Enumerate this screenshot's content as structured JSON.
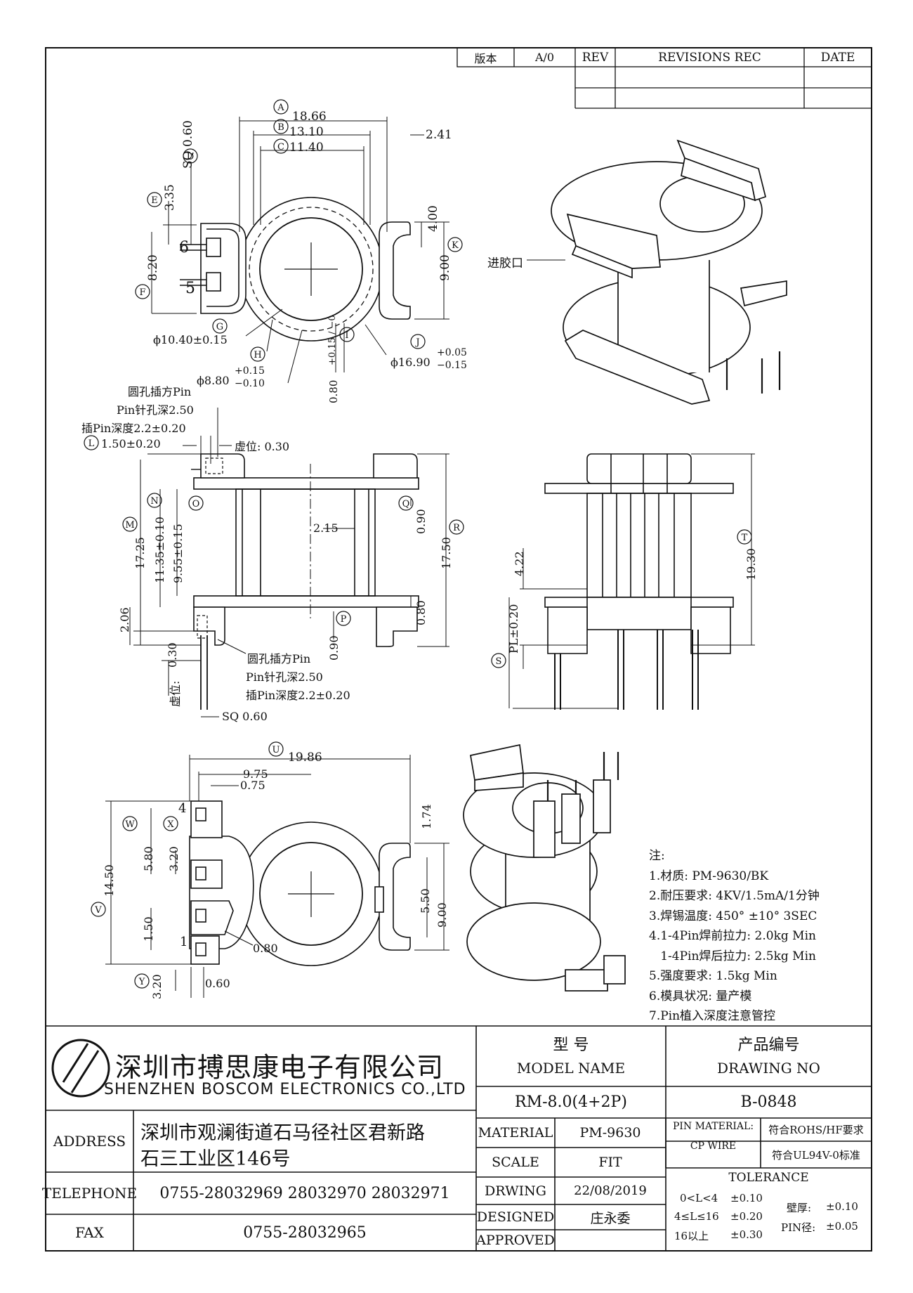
{
  "revision_table": {
    "version_label": "版本",
    "version_value": "A/0",
    "rev_label": "REV",
    "revisions_label": "REVISIONS REC",
    "date_label": "DATE"
  },
  "top_view": {
    "dim_A": "18.66",
    "dim_B": "13.10",
    "dim_C": "11.40",
    "dim_241": "2.41",
    "dim_D": "SQ 0.60",
    "dim_E": "3.35",
    "dim_F": "8.20",
    "dim_400": "4.00",
    "dim_K": "9.00",
    "pin_6": "6",
    "pin_5": "5",
    "dia_G": "ϕ10.40±0.15",
    "dia_H_main": "ϕ8.80",
    "dia_H_tol_plus": "+0.15",
    "dia_H_tol_minus": "−0.10",
    "dim_I_main": "0.80",
    "dim_I_tol": "+0.15 / −0",
    "dia_J_main": "ϕ16.90",
    "dia_J_tol_plus": "+0.05",
    "dia_J_tol_minus": "−0.15",
    "labels": [
      "A",
      "B",
      "C",
      "D",
      "E",
      "F",
      "G",
      "H",
      "I",
      "J",
      "K"
    ]
  },
  "iso_label": "进胶口",
  "front_view": {
    "note_round_pin": "圆孔插方Pin",
    "note_hole_depth": "Pin针孔深2.50",
    "note_insert_depth": "插Pin深度2.2±0.20",
    "dim_L": "1.50±0.20",
    "dim_virtual_top": "虚位: 0.30",
    "dim_M": "17.25",
    "dim_N": "11.35±0.10",
    "dim_O": "9.55±0.15",
    "dim_215": "2.15",
    "dim_Q": "0.90",
    "dim_R": "17.50",
    "dim_206": "2.06",
    "dim_P": "0.90",
    "dim_080": "0.80",
    "dim_030": "0.30",
    "dim_virtual_side": "虚位:",
    "dim_sq": "SQ 0.60",
    "note2_round_pin": "圆孔插方Pin",
    "note2_hole_depth": "Pin针孔深2.50",
    "note2_insert_depth": "插Pin深度2.2±0.20",
    "labels": [
      "L",
      "M",
      "N",
      "O",
      "P",
      "Q",
      "R"
    ]
  },
  "side_view": {
    "dim_T": "19.30",
    "dim_422": "4.22",
    "dim_PL": "PL±0.20",
    "labels": [
      "S",
      "T"
    ]
  },
  "bottom_view": {
    "dim_U": "19.86",
    "dim_975": "9.75",
    "dim_075": "0.75",
    "dim_174": "1.74",
    "dim_W": "5.80",
    "dim_X": "3.20",
    "dim_V": "14.50",
    "dim_150": "1.50",
    "dim_550": "5.50",
    "dim_900": "9.00",
    "dim_080": "0.80",
    "dim_Y": "3.20",
    "dim_060": "0.60",
    "pin_4": "4",
    "pin_1": "1",
    "labels": [
      "U",
      "V",
      "W",
      "X",
      "Y"
    ]
  },
  "notes": {
    "title": "注:",
    "items": [
      "1.材质: PM-9630/BK",
      "2.耐压要求: 4KV/1.5mA/1分钟",
      "3.焊锡温度: 450° ±10°  3SEC",
      "4.1-4Pin焊前拉力: 2.0kg Min",
      "   1-4Pin焊后拉力: 2.5kg Min",
      "5.强度要求: 1.5kg Min",
      "6.模具状况: 量产模",
      "7.Pin植入深度注意管控"
    ]
  },
  "title_block": {
    "company_cn": "深圳市搏思康电子有限公司",
    "company_en": "SHENZHEN BOSCOM ELECTRONICS CO.,LTD",
    "address_label": "ADDRESS",
    "address_line1": "深圳市观澜街道石马径社区君新路",
    "address_line2": "石三工业区146号",
    "telephone_label": "TELEPHONE",
    "telephone_value": "0755-28032969 28032970 28032971",
    "fax_label": "FAX",
    "fax_value": "0755-28032965",
    "model_cn": "型    号",
    "model_en": "MODEL NAME",
    "model_value": "RM-8.0(4+2P)",
    "drawing_cn": "产品编号",
    "drawing_en": "DRAWING NO",
    "drawing_value": "B-0848",
    "material_label": "MATERIAL",
    "material_value": "PM-9630",
    "scale_label": "SCALE",
    "scale_value": "FIT",
    "drwing_label": "DRWING",
    "drwing_value": "22/08/2019",
    "designed_label": "DESIGNED",
    "designed_value": "庄永委",
    "approved_label": "APPROVED",
    "approved_value": "",
    "pin_material_label1": "PIN MATERIAL:",
    "pin_material_label2": "CP WIRE",
    "rohs": "符合ROHS/HF要求",
    "ul": "符合UL94V-0标准",
    "tolerance_label": "TOLERANCE",
    "tol_row1_range": "0<L<4",
    "tol_row1_val": "±0.10",
    "tol_row2_range": "4≤L≤16",
    "tol_row2_val": "±0.20",
    "tol_row3_range": "16以上",
    "tol_row3_val": "±0.30",
    "wall_label": "壁厚:",
    "wall_val": "±0.10",
    "pin_dia_label": "PIN径:",
    "pin_dia_val": "±0.05"
  }
}
